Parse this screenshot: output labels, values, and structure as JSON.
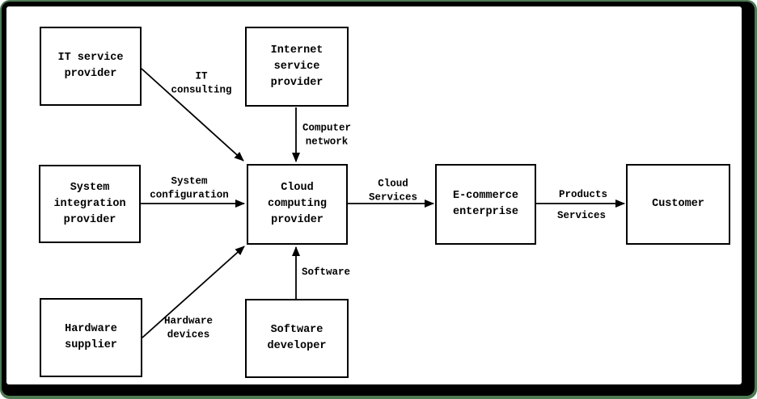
{
  "frame": {
    "background": "#ffffff",
    "border_color": "#000000",
    "outer_edge_color": "#4e7a54"
  },
  "colors": {
    "line": "#000000",
    "box_border": "#000000",
    "text": "#000000"
  },
  "nodes": {
    "it_service_provider": {
      "label": "IT service\nprovider"
    },
    "internet_service_provider": {
      "label": "Internet\nservice\nprovider"
    },
    "system_integration_provider": {
      "label": "System\nintegration\nprovider"
    },
    "hardware_supplier": {
      "label": "Hardware\nsupplier"
    },
    "cloud_computing_provider": {
      "label": "Cloud computing\nprovider"
    },
    "software_developer": {
      "label": "Software\ndeveloper"
    },
    "ecommerce_enterprise": {
      "label": "E-commerce\nenterprise"
    },
    "customer": {
      "label": "Customer"
    }
  },
  "edge_labels": {
    "it_consulting": "IT\nconsulting",
    "computer_network": "Computer\nnetwork",
    "system_configuration": "System\nconfiguration",
    "hardware_devices": "Hardware\ndevices",
    "software": "Software",
    "cloud_services": "Cloud\nServices",
    "products": "Products",
    "services": "Services"
  },
  "edges": [
    {
      "from": "IT service provider",
      "to": "Cloud computing provider",
      "label": "IT consulting"
    },
    {
      "from": "Internet service provider",
      "to": "Cloud computing provider",
      "label": "Computer network"
    },
    {
      "from": "System integration provider",
      "to": "Cloud computing provider",
      "label": "System configuration"
    },
    {
      "from": "Hardware supplier",
      "to": "Cloud computing provider",
      "label": "Hardware devices"
    },
    {
      "from": "Software developer",
      "to": "Cloud computing provider",
      "label": "Software"
    },
    {
      "from": "Cloud computing provider",
      "to": "E-commerce enterprise",
      "label": "Cloud Services"
    },
    {
      "from": "E-commerce enterprise",
      "to": "Customer",
      "label": "Products Services"
    }
  ]
}
